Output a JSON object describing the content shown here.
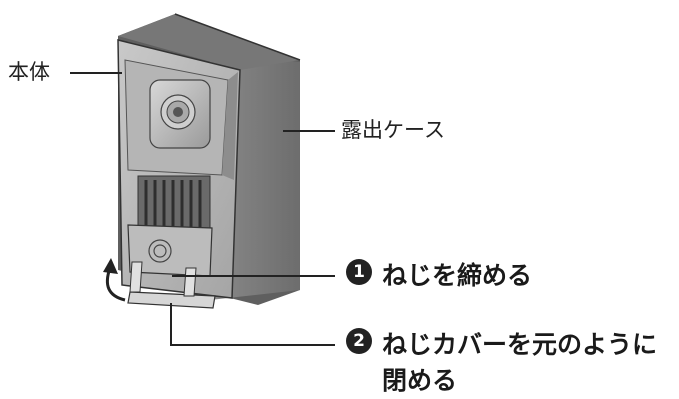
{
  "labels": {
    "main_body": "本体",
    "surface_case": "露出ケース"
  },
  "steps": [
    {
      "number": "1",
      "lines": [
        "ねじを締める"
      ]
    },
    {
      "number": "2",
      "lines": [
        "ねじカバーを元のように",
        "閉める"
      ]
    }
  ]
}
